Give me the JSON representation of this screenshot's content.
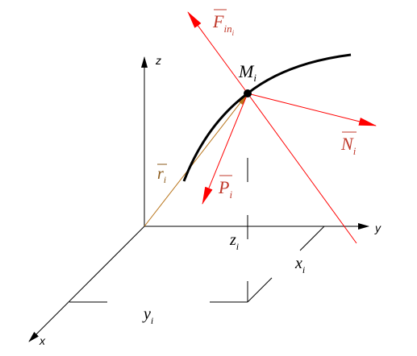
{
  "axes": {
    "x": "x",
    "y": "y",
    "z": "z"
  },
  "labels": {
    "point": "M",
    "point_sub": "i",
    "inertia_force": "F",
    "inertia_force_sub": "in",
    "inertia_force_subsub": "i",
    "normal_force": "N",
    "normal_force_sub": "i",
    "active_force": "P",
    "active_force_sub": "i",
    "radius_vector": "r",
    "radius_vector_sub": "i",
    "coord_x": "x",
    "coord_x_sub": "i",
    "coord_y": "y",
    "coord_y_sub": "i",
    "coord_z": "z",
    "coord_z_sub": "i"
  },
  "colors": {
    "axis": "#000000",
    "force": "#ff0000",
    "force_label": "#c0392b",
    "radius": "#b8741a",
    "radius_label": "#8b5a1a",
    "curve": "#000000"
  }
}
